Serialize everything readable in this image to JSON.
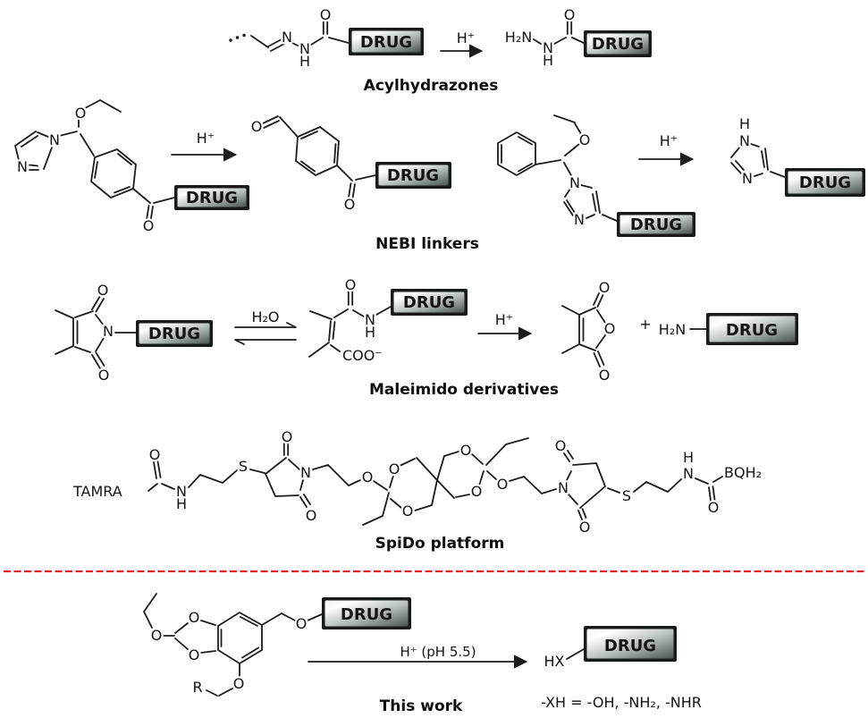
{
  "atoms": {
    "N": "N",
    "O": "O",
    "S": "S",
    "H": "H"
  },
  "labels": {
    "drug": "DRUG",
    "acylhydrazones": "Acylhydrazones",
    "nebi": "NEBI linkers",
    "maleimido": "Maleimido derivatives",
    "spido": "SpiDo platform",
    "this_work": "This work",
    "tamra": "TAMRA",
    "bqh2": "BQH₂",
    "h2n": "H₂N",
    "coo": "COO⁻",
    "plus": "+",
    "hx": "HX",
    "r_group": "R",
    "xh_note": "-XH = -OH, -NH₂, -NHR"
  },
  "conditions": {
    "h_plus": "H⁺",
    "h2o": "H₂O",
    "h_ph55": "H⁺ (pH 5.5)"
  },
  "colors": {
    "divider": "#e21f1f",
    "this_work": "#e6131c",
    "bond": "#1c1c1c",
    "box_border": "#181b1a",
    "box_text": "#141414"
  }
}
